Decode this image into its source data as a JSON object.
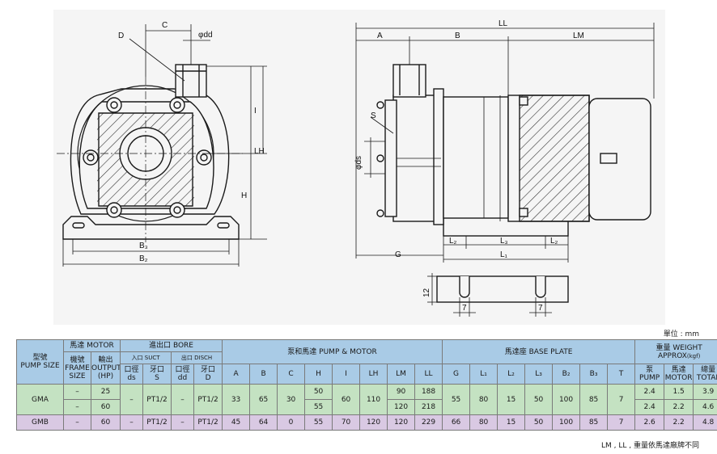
{
  "drawing": {
    "front_labels": {
      "D": "D",
      "C": "C",
      "dd": "φdd",
      "I": "I",
      "LH": "LH",
      "H": "H",
      "B3": "B₃",
      "B2": "B₂"
    },
    "side_labels": {
      "A": "A",
      "B": "B",
      "LL": "LL",
      "LM": "LM",
      "S": "S",
      "ds": "φds",
      "G": "G",
      "L1": "L₁",
      "L2a": "L₂",
      "L3": "L₃",
      "L2b": "L₂"
    },
    "base_labels": {
      "h12": "12",
      "slot1": "7",
      "slot2": "7"
    }
  },
  "unit_note": "單位 : mm",
  "table": {
    "groups": {
      "motor": "馬達 MOTOR",
      "bore": "進出口 BORE",
      "pump_motor": "泵和馬達 PUMP & MOTOR",
      "base_plate": "馬達座 BASE PLATE",
      "weight": "重量 WEIGHT APPROX",
      "weight_unit": "(kgf)"
    },
    "sub": {
      "suct": "入口 SUCT",
      "disch": "出口 DISCH"
    },
    "model_h1": "型號",
    "model_h2": "PUMP SIZE",
    "frame_h1": "機號",
    "frame_h2": "FRAME SIZE",
    "output_h1": "輸出",
    "output_h2": "OUTPUT (HP)",
    "ds_h1": "口徑",
    "ds_h2": "ds",
    "s_h1": "牙口",
    "s_h2": "S",
    "dd_h1": "口徑",
    "dd_h2": "dd",
    "d_h1": "牙口",
    "d_h2": "D",
    "dims": [
      "A",
      "B",
      "C",
      "H",
      "I",
      "LH",
      "LM",
      "LL"
    ],
    "base": [
      "G",
      "L₁",
      "L₂",
      "L₃",
      "B₂",
      "B₃",
      "T"
    ],
    "w_pump_h1": "泵",
    "w_pump_h2": "PUMP",
    "w_motor_h1": "馬達",
    "w_motor_h2": "MOTOR",
    "w_total_h1": "總量",
    "w_total_h2": "TOTAL",
    "gma": {
      "model": "GMA",
      "frame1": "–",
      "output1": "25",
      "frame2": "–",
      "output2": "60",
      "ds": "–",
      "s": "PT1/2",
      "dd": "–",
      "d": "PT1/2",
      "A": "33",
      "B": "65",
      "C": "30",
      "H1": "50",
      "H2": "55",
      "I": "60",
      "LH": "110",
      "LM1": "90",
      "LM2": "120",
      "LL1": "188",
      "LL2": "218",
      "G": "55",
      "L1": "80",
      "L2": "15",
      "L3": "50",
      "B2": "100",
      "B3": "85",
      "T": "7",
      "wp1": "2.4",
      "wm1": "1.5",
      "wt1": "3.9",
      "wp2": "2.4",
      "wm2": "2.2",
      "wt2": "4.6"
    },
    "gmb": {
      "model": "GMB",
      "frame": "–",
      "output": "60",
      "ds": "–",
      "s": "PT1/2",
      "dd": "–",
      "d": "PT1/2",
      "A": "45",
      "B": "64",
      "C": "0",
      "H": "55",
      "I": "70",
      "LH": "120",
      "LM": "120",
      "LL": "229",
      "G": "66",
      "L1": "80",
      "L2": "15",
      "L3": "50",
      "B2": "100",
      "B3": "85",
      "T": "7",
      "wp": "2.6",
      "wm": "2.2",
      "wt": "4.8"
    }
  },
  "foot_note": "LM , LL , 重量依馬達廠牌不同"
}
